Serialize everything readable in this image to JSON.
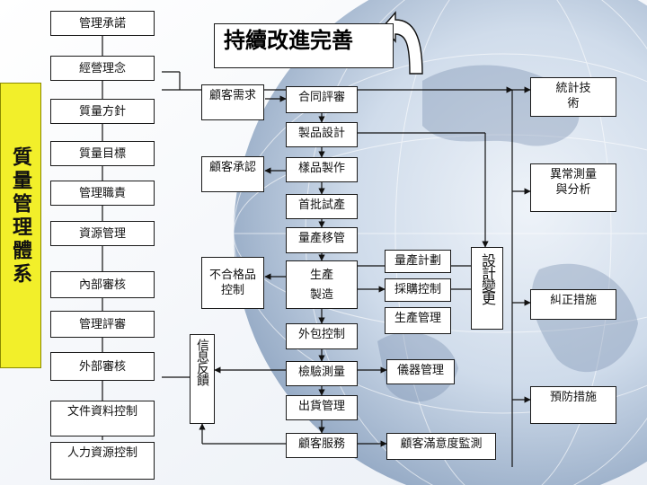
{
  "title": "持續改進完善",
  "system_label": "質量管理體系",
  "left_column": [
    "管理承諾",
    "經營理念",
    "質量方針",
    "質量目標",
    "管理職責",
    "資源管理",
    "內部審核",
    "管理評審",
    "外部審核",
    "文件資料控制",
    "人力資源控制"
  ],
  "customer": {
    "requirements": "顧客需求",
    "acceptance": "顧客承認",
    "nonconforming": "不合格品控制"
  },
  "feedback": "信息反饋",
  "process": [
    "合同評審",
    "製品設計",
    "樣品製作",
    "首批試產",
    "量產移管",
    "生產",
    "製造",
    "外包控制",
    "檢驗測量",
    "出貨管理",
    "顧客服務"
  ],
  "support": {
    "mass_production_plan": "量產計劃",
    "purchasing": "採購控制",
    "production_mgmt": "生產管理",
    "instrument_mgmt": "儀器管理",
    "customer_satisfaction": "顧客滿意度監測"
  },
  "change": "設計變更",
  "right_column": [
    "統計技術",
    "異常測量與分析",
    "糾正措施",
    "預防措施"
  ],
  "colors": {
    "system_label_bg": "#f2ef2a",
    "box_border": "#1a1a1a",
    "line": "#111111",
    "globe": "#9fb8d6"
  },
  "icons": {
    "return_arrow": "curved-arrow-icon",
    "background": "globe-icon"
  }
}
